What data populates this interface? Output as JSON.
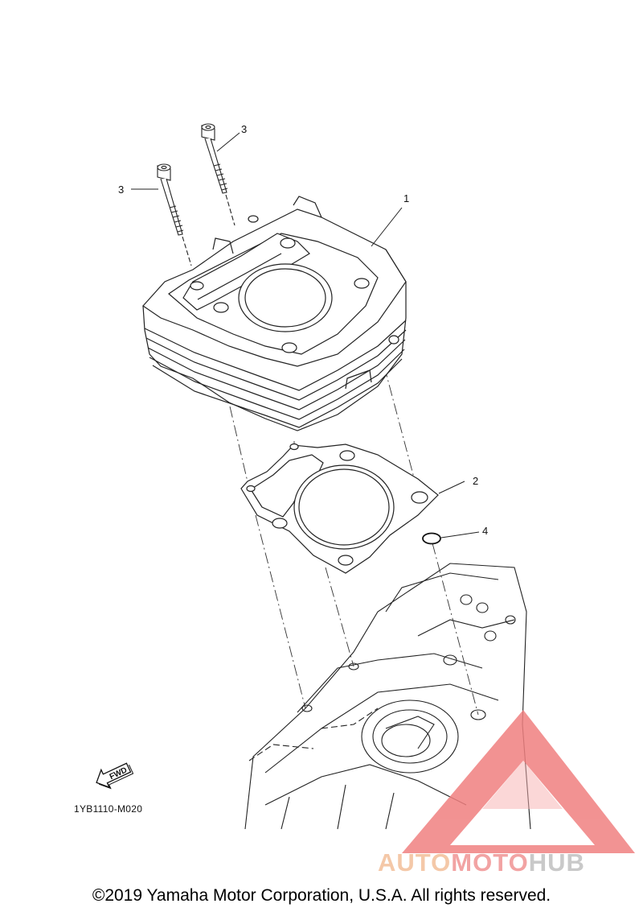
{
  "diagram": {
    "callouts": [
      {
        "id": "1",
        "label": "1"
      },
      {
        "id": "2",
        "label": "2"
      },
      {
        "id": "3a",
        "label": "3"
      },
      {
        "id": "3b",
        "label": "3"
      },
      {
        "id": "4",
        "label": "4"
      }
    ],
    "fwd_label": "FWD",
    "drawing_code": "1YB1110-M020"
  },
  "watermark": {
    "part1": "AUTO",
    "part2": "MOTO",
    "part3": "HUB",
    "colors": {
      "triangle": "#f08080",
      "auto": "#f4c8a8",
      "moto": "#f2a3a3",
      "hub": "#c9c9c9"
    }
  },
  "footer": {
    "copyright": "©2019 Yamaha Motor Corporation, U.S.A. All rights reserved."
  }
}
